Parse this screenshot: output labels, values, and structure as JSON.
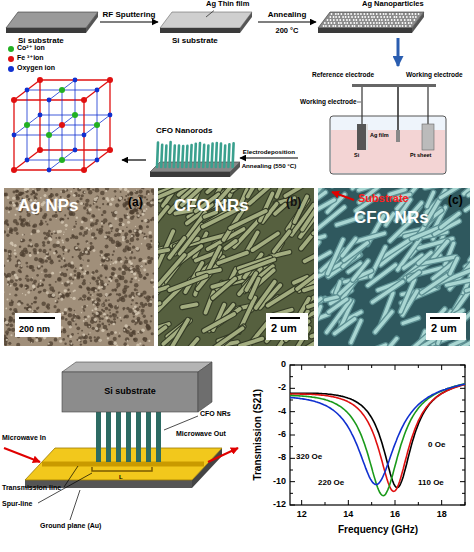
{
  "diagram": {
    "nodes": [
      {
        "text": [
          "Si substrate"
        ]
      },
      {
        "text": [
          "Ag Thin film",
          "Si substrate"
        ]
      },
      {
        "text": [
          "Ag Nanoparticles"
        ]
      },
      {
        "text": [
          "Reference electrode",
          "Working electrode",
          "Working electrode",
          "Si",
          "Ag film",
          "Pt sheet"
        ]
      },
      {
        "text": [
          "CFO Nanorods"
        ]
      },
      {
        "text": [
          "Ag NPs",
          "(a)",
          "200 nm"
        ]
      },
      {
        "text": [
          "CFO NRs",
          "(b)",
          "2 um"
        ]
      },
      {
        "text": [
          "Substrate",
          "CFO NRs",
          "(c)",
          "2 um"
        ]
      },
      {
        "text": [
          "Si substrate"
        ]
      }
    ],
    "edges": [
      {
        "from": 0,
        "to": 1,
        "arrow": "to",
        "label": "RF Sputtering"
      },
      {
        "from": 1,
        "to": 2,
        "arrow": "to",
        "label": "Annealing"
      },
      {
        "from": 2,
        "to": 3,
        "arrow": "to"
      },
      {
        "from": 3,
        "to": 4,
        "arrow": "to",
        "label": "Electrodeposition"
      }
    ],
    "labels": [
      "200 °C",
      "Annealing (550 °C)",
      "Microwave In",
      "Microwave Out",
      "CFO NRs",
      "L",
      "Transmission line",
      "Spur-line",
      "Ground plane (Au)",
      "Transmission (S21)",
      "Frequency (GHz)",
      "0",
      "-2",
      "-4",
      "-6",
      "-8",
      "-10",
      "-12",
      "12",
      "14",
      "16",
      "18",
      "320 Oe",
      "220 Oe",
      "110 Oe",
      "0 Oe"
    ],
    "legend": [
      {
        "text": "Co²⁺ ion",
        "color": "#22b022"
      },
      {
        "text": "Fe ³⁺ion",
        "color": "#e01010"
      },
      {
        "text": "Oxygen ion",
        "color": "#1030d0"
      }
    ]
  }
}
